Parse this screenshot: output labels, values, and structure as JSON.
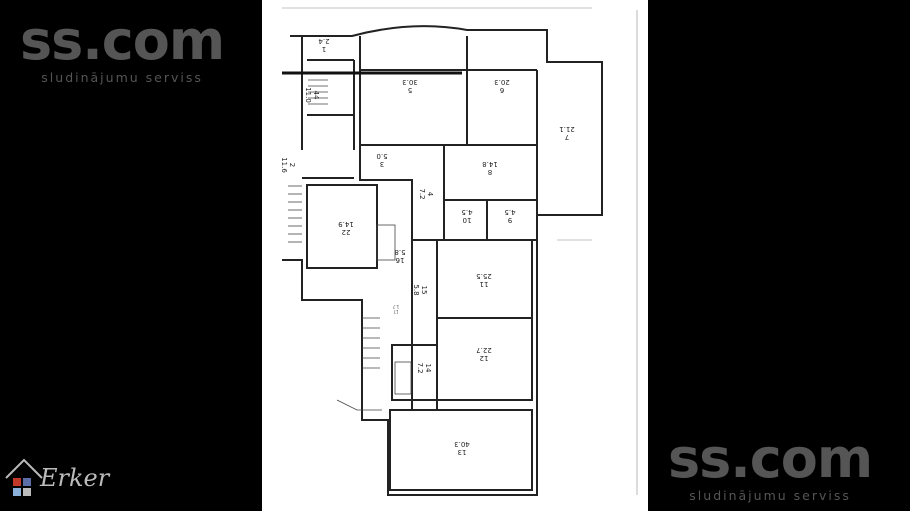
{
  "watermark": {
    "top": {
      "main": "ss.com",
      "sub": "sludinājumu serviss"
    },
    "bottom": {
      "main": "ss.com",
      "sub": "sludinājumu serviss"
    }
  },
  "logo": {
    "text": "Erker"
  },
  "plan": {
    "rooms": [
      {
        "num": "1",
        "area": "2.4"
      },
      {
        "num": "44",
        "area": "11.0"
      },
      {
        "num": "5",
        "area": "30.3"
      },
      {
        "num": "6",
        "area": "20.3"
      },
      {
        "num": "7",
        "area": "21.1"
      },
      {
        "num": "2",
        "area": "11.6"
      },
      {
        "num": "3",
        "area": "5.0"
      },
      {
        "num": "4",
        "area": "7.2"
      },
      {
        "num": "8",
        "area": "14.8"
      },
      {
        "num": "22",
        "area": "14.9"
      },
      {
        "num": "10",
        "area": "4.5"
      },
      {
        "num": "9",
        "area": "4.5"
      },
      {
        "num": "11",
        "area": "25.5"
      },
      {
        "num": "16",
        "area": "5.8"
      },
      {
        "num": "15",
        "area": "5.8"
      },
      {
        "num": "17",
        "area": "1.7"
      },
      {
        "num": "14",
        "area": "7.2"
      },
      {
        "num": "12",
        "area": "22.7"
      },
      {
        "num": "13",
        "area": "40.3"
      }
    ]
  }
}
